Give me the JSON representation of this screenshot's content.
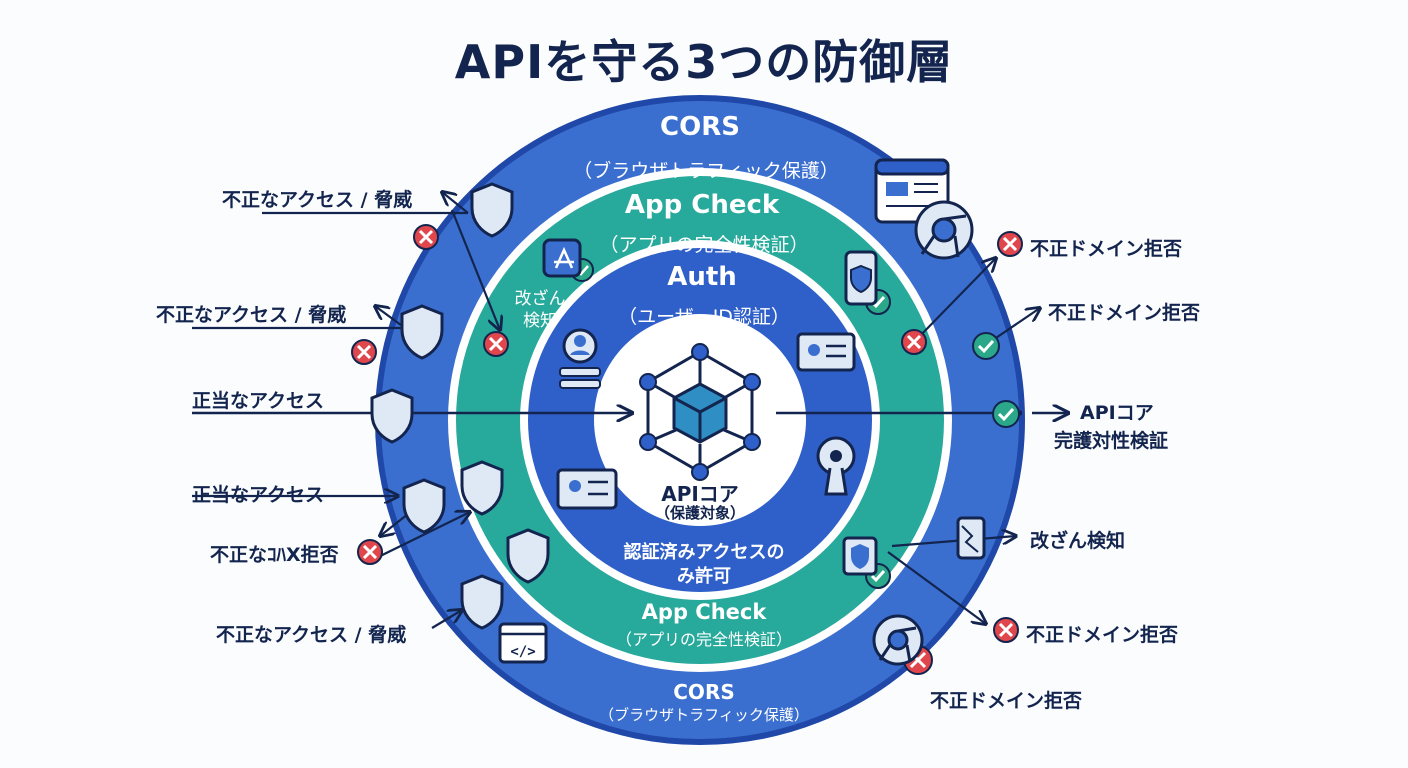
{
  "title": "APIを守る3つの防御層",
  "layers": {
    "cors_top": {
      "name": "CORS",
      "sub": "（ブラウザトラフィック保護）"
    },
    "appcheck_top": {
      "name": "App Check",
      "sub": "（アプリの完全性検証）"
    },
    "auth": {
      "name": "Auth",
      "sub": "（ユーザーID認証）"
    },
    "core": {
      "name": "APIコア",
      "sub": "（保護対象）"
    },
    "auth_note": {
      "line1": "認証済みアクセスの",
      "line2": "み許可"
    },
    "appcheck_bottom": {
      "name": "App Check",
      "sub": "（アプリの完全性検証）"
    },
    "cors_bottom": {
      "name": "CORS",
      "sub": "（ブラウザトラフィック保護）"
    },
    "tamper_inner": {
      "line1": "改ざん",
      "line2": "検知"
    }
  },
  "left_labels": [
    "不正なアクセス / 脅威",
    "不正なアクセス / 脅威",
    "正当なアクセス",
    "正当なアクセス",
    "不正なｺﾊX拒否",
    "不正なアクセス / 脅威"
  ],
  "right_labels": {
    "r1": "不正ドメイン拒否",
    "r2": "不正ドメイン拒否",
    "r3_line1": "APIコア",
    "r3_line2": "完護対性検証",
    "r4": "改ざん検知",
    "r5": "不正ドメイン拒否",
    "r6": "不正ドメイン拒否"
  },
  "colors": {
    "cors": "#3a6fd0",
    "cors_dark": "#1f48a8",
    "appcheck": "#27a99b",
    "auth": "#2f5fc9",
    "core": "#ffffff",
    "ink": "#13254f",
    "reject": "#e0474c",
    "accept": "#2aa889"
  }
}
